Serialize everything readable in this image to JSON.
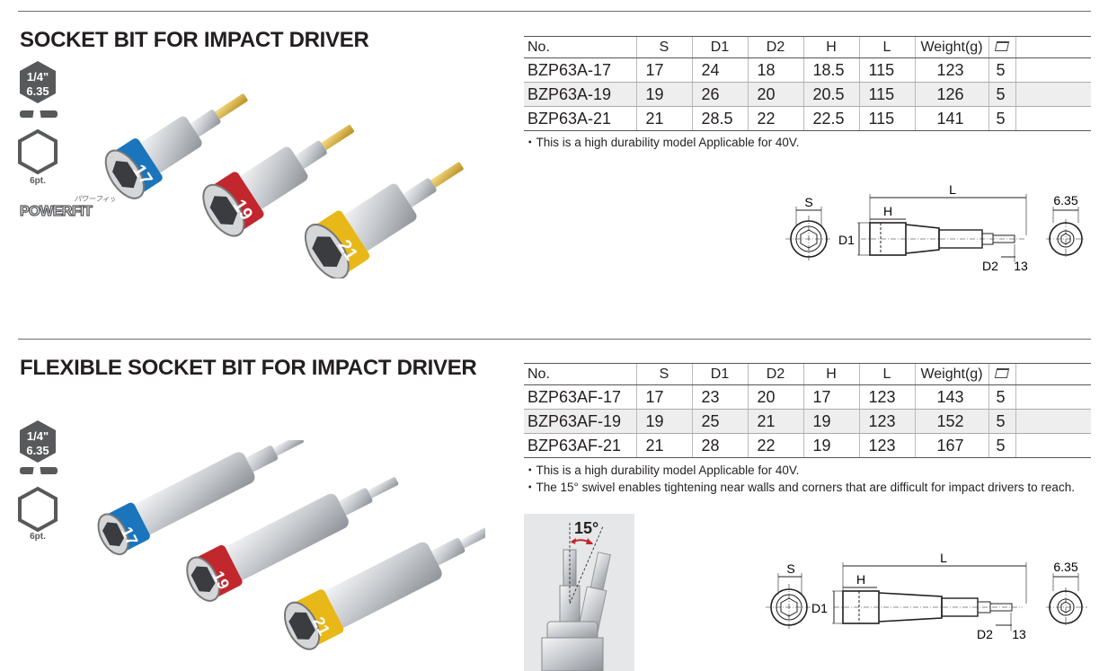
{
  "sections": [
    {
      "title": "SOCKET BIT FOR IMPACT DRIVER",
      "headers": [
        "No.",
        "S",
        "D1",
        "D2",
        "H",
        "L",
        "Weight(g)",
        ""
      ],
      "rows": [
        [
          "BZP63A-17",
          "17",
          "24",
          "18",
          "18.5",
          "115",
          "123",
          "5"
        ],
        [
          "BZP63A-19",
          "19",
          "26",
          "20",
          "20.5",
          "115",
          "126",
          "5"
        ],
        [
          "BZP63A-21",
          "21",
          "28.5",
          "22",
          "22.5",
          "115",
          "141",
          "5"
        ]
      ],
      "notes": [
        "・This is a high durability model Applicable for 40V."
      ],
      "badge": {
        "inch": "1/4\"",
        "mm": "6.35",
        "pt": "6pt.",
        "brand": "POWERFIT",
        "brand_kana": "パワーフィット"
      },
      "sockets": [
        "17",
        "19",
        "21"
      ],
      "dims": {
        "S": "S",
        "L": "L",
        "H": "H",
        "D1": "D1",
        "D2": "D2",
        "n13": "13",
        "n635": "6.35"
      }
    },
    {
      "title": "FLEXIBLE SOCKET BIT FOR IMPACT DRIVER",
      "headers": [
        "No.",
        "S",
        "D1",
        "D2",
        "H",
        "L",
        "Weight(g)",
        ""
      ],
      "rows": [
        [
          "BZP63AF-17",
          "17",
          "23",
          "20",
          "17",
          "123",
          "143",
          "5"
        ],
        [
          "BZP63AF-19",
          "19",
          "25",
          "21",
          "19",
          "123",
          "152",
          "5"
        ],
        [
          "BZP63AF-21",
          "21",
          "28",
          "22",
          "19",
          "123",
          "167",
          "5"
        ]
      ],
      "notes": [
        "・This is a high durability model Applicable for 40V.",
        "・The 15° swivel enables tightening near walls and corners that are difficult for impact drivers to reach."
      ],
      "badge": {
        "inch": "1/4\"",
        "mm": "6.35",
        "pt": "6pt."
      },
      "sockets": [
        "17",
        "19",
        "21"
      ],
      "angle": "15°",
      "dims": {
        "S": "S",
        "L": "L",
        "H": "H",
        "D1": "D1",
        "D2": "D2",
        "n13": "13",
        "n635": "6.35"
      }
    }
  ],
  "colors": {
    "blue": "#1b75bc",
    "red": "#c1272d",
    "yellow": "#e8b818",
    "text": "#231f20",
    "rule": "#6d6e71",
    "row_alt": "#eeeeef"
  }
}
